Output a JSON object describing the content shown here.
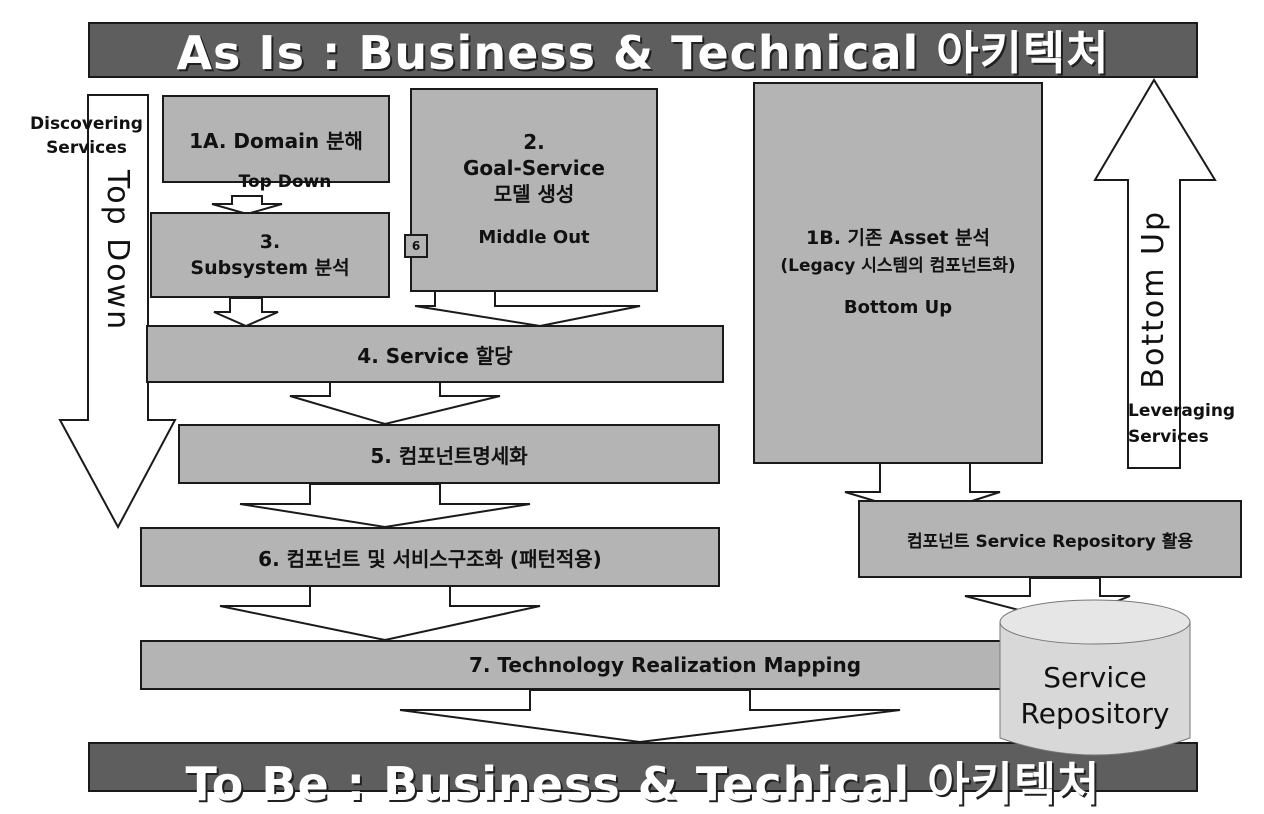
{
  "top_band": "As Is : Business & Technical 아키텍처",
  "bottom_band": "To Be : Business & Techical 아키텍처",
  "left_note": {
    "line1": "Discovering",
    "line2": "Services"
  },
  "right_note": {
    "line1": "Leveraging",
    "line2": "Services"
  },
  "top_down_arrow_label": "Top Down",
  "bottom_up_arrow_label": "Bottom Up",
  "step_1a": {
    "title": "1A. Domain 분해",
    "approach": "Top Down"
  },
  "step_2": {
    "line1": "2.",
    "line2": "Goal-Service",
    "line3": "모델 생성",
    "approach": "Middle Out"
  },
  "step_3": {
    "line1": "3.",
    "line2": "Subsystem 분석"
  },
  "step_4": "4. Service 할당",
  "step_5": "5. 컴포넌트명세화",
  "step_6": "6. 컴포넌트 및 서비스구조화 (패턴적용)",
  "step_7": "7. Technology Realization Mapping",
  "step_1b": {
    "line1": "1B. 기존 Asset 분석",
    "line2": "(Legacy 시스템의 컴포넌트화)",
    "approach": "Bottom Up"
  },
  "repo_usage": "컴포넌트 Service Repository 활용",
  "repository": {
    "line1": "Service",
    "line2": "Repository"
  },
  "small_marker": "6",
  "colors": {
    "box_fill": "#b4b4b4",
    "band_fill": "#5e5e5e",
    "arrow_fill": "#ffffff",
    "outline": "#1a1a1a"
  }
}
